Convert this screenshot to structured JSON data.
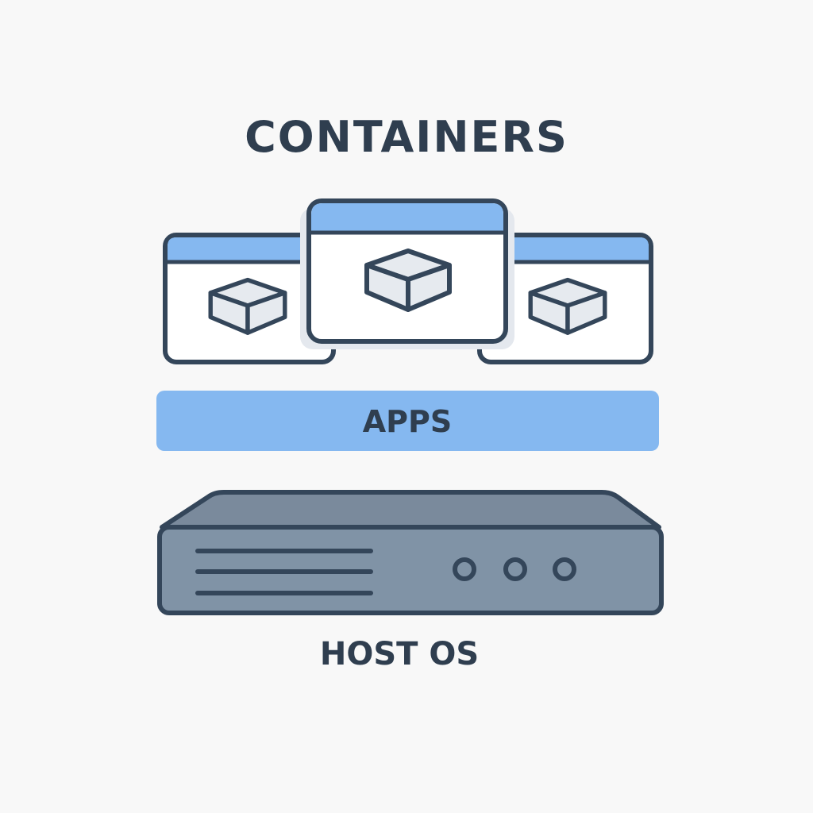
{
  "title": "CONTAINERS",
  "apps_label": "APPS",
  "host_label": "HOST OS",
  "colors": {
    "background": "#f8f8f8",
    "outline": "#34465a",
    "accent_blue": "#85b8f0",
    "cube_face": "#e6eaef",
    "server_top": "#7a8a9c",
    "server_front": "#8093a6"
  },
  "icons": [
    "container-window-icon",
    "cube-icon",
    "server-icon"
  ]
}
